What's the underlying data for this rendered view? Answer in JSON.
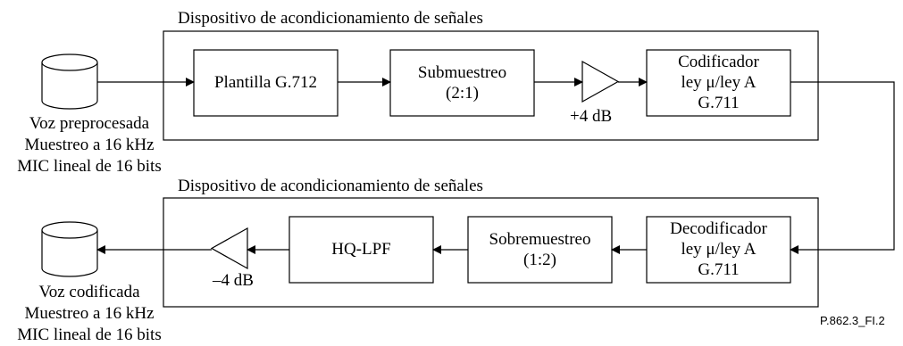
{
  "top_group": {
    "title": "Dispositivo de acondicionamiento de señales"
  },
  "bottom_group": {
    "title": "Dispositivo de acondicionamiento de señales"
  },
  "blocks": {
    "template": {
      "lines": [
        "Plantilla G.712"
      ]
    },
    "downsample": {
      "lines": [
        "Submuestreo",
        "(2:1)"
      ]
    },
    "encoder": {
      "lines": [
        "Codificador",
        "ley μ/ley A",
        "G.711"
      ]
    },
    "decoder": {
      "lines": [
        "Decodificador",
        "ley μ/ley A",
        "G.711"
      ]
    },
    "upsample": {
      "lines": [
        "Sobremuestreo",
        "(1:2)"
      ]
    },
    "lpf": {
      "lines": [
        "HQ-LPF"
      ]
    }
  },
  "gains": {
    "top": "+4 dB",
    "bottom": "–4 dB"
  },
  "sources": {
    "input": {
      "lines": [
        "Voz preprocesada",
        "Muestreo a 16 kHz",
        "MIC lineal de 16 bits"
      ]
    },
    "output": {
      "lines": [
        "Voz codificada",
        "Muestreo a 16 kHz",
        "MIC lineal de 16 bits"
      ]
    }
  },
  "figure_ref": "P.862.3_FI.2"
}
